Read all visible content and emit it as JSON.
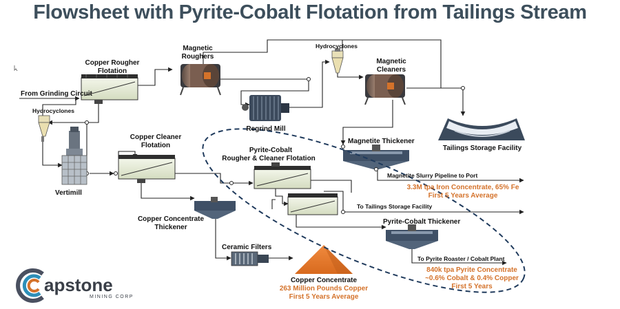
{
  "title": "Flowsheet with Pyrite-Cobalt Flotation from Tailings Stream",
  "labels": {
    "from_grinding": "From Grinding Circuit",
    "hydrocyclones_left": "Hydrocyclones",
    "hydrocyclones_top": "Hydrocyclones",
    "vertimill": "Vertimill",
    "copper_rougher_1": "Copper Rougher",
    "copper_rougher_2": "Flotation",
    "magnetic_roughers_1": "Magnetic",
    "magnetic_roughers_2": "Roughers",
    "regrind_mill": "Regrind Mill",
    "magnetic_cleaners_1": "Magnetic",
    "magnetic_cleaners_2": "Cleaners",
    "tailings_storage": "Tailings Storage Facility",
    "copper_cleaner_1": "Copper Cleaner",
    "copper_cleaner_2": "Flotation",
    "pyrite_cobalt_1": "Pyrite-Cobalt",
    "pyrite_cobalt_2": "Rougher & Cleaner Flotation",
    "magnetite_thickener": "Magnetite Thickener",
    "magnetite_pipeline": "Magnetite Slurry Pipeline to Port",
    "to_tailings": "To Tailings Storage Facility",
    "copper_conc_thickener_1": "Copper Concentrate",
    "copper_conc_thickener_2": "Thickener",
    "pyrite_thickener": "Pyrite-Cobalt Thickener",
    "ceramic_filters": "Ceramic Filters",
    "to_pyrite_roaster": "To Pyrite Roaster / Cobalt Plant",
    "copper_concentrate": "Copper Concentrate"
  },
  "outputs": {
    "iron_1": "3.3M tpa Iron Concentrate, 65% Fe",
    "iron_2": "First 5 Years Average",
    "copper_1": "263 Million Pounds Copper",
    "copper_2": "First 5 Years Average",
    "pyrite_1": "840k tpa Pyrite Concentrate",
    "pyrite_2": "~0.6% Cobalt & 0.4% Copper",
    "pyrite_3": "First 5 Years"
  },
  "logo": {
    "name": "apstone",
    "letter": "C",
    "sub": "MINING CORP"
  },
  "colors": {
    "title": "#3d4f5c",
    "orange": "#d4722a",
    "ellipse": "#1f3a5c",
    "equipment": "#4a5a6a"
  }
}
